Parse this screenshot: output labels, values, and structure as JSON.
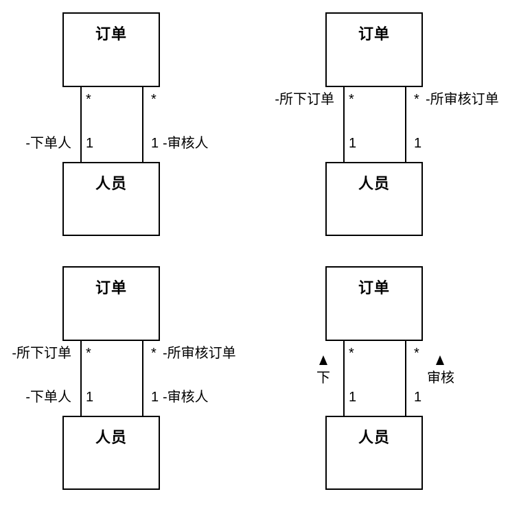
{
  "page": {
    "background_color": "#ffffff",
    "stroke_color": "#000000",
    "text_color": "#000000"
  },
  "classes": {
    "order": "订单",
    "person": "人员"
  },
  "diagrams": [
    {
      "variant": "bottom-role-names-only",
      "top_class": "订单",
      "bottom_class": "人员",
      "left": {
        "top_mult": "*",
        "bottom_mult": "1",
        "bottom_label": "-下单人"
      },
      "right": {
        "top_mult": "*",
        "bottom_mult": "1",
        "bottom_label": "-审核人"
      }
    },
    {
      "variant": "top-role-names-only",
      "top_class": "订单",
      "bottom_class": "人员",
      "left": {
        "top_mult": "*",
        "top_label": "-所下订单",
        "bottom_mult": "1"
      },
      "right": {
        "top_mult": "*",
        "top_label": "-所审核订单",
        "bottom_mult": "1"
      }
    },
    {
      "variant": "both-role-names",
      "top_class": "订单",
      "bottom_class": "人员",
      "left": {
        "top_mult": "*",
        "top_label": "-所下订单",
        "bottom_mult": "1",
        "bottom_label": "-下单人"
      },
      "right": {
        "top_mult": "*",
        "top_label": "-所审核订单",
        "bottom_mult": "1",
        "bottom_label": "-审核人"
      }
    },
    {
      "variant": "association-names-with-direction-arrows",
      "top_class": "订单",
      "bottom_class": "人员",
      "left": {
        "top_mult": "*",
        "bottom_mult": "1",
        "direction_label": "下",
        "direction": "up"
      },
      "right": {
        "top_mult": "*",
        "bottom_mult": "1",
        "direction_label": "审核",
        "direction": "up"
      }
    }
  ]
}
